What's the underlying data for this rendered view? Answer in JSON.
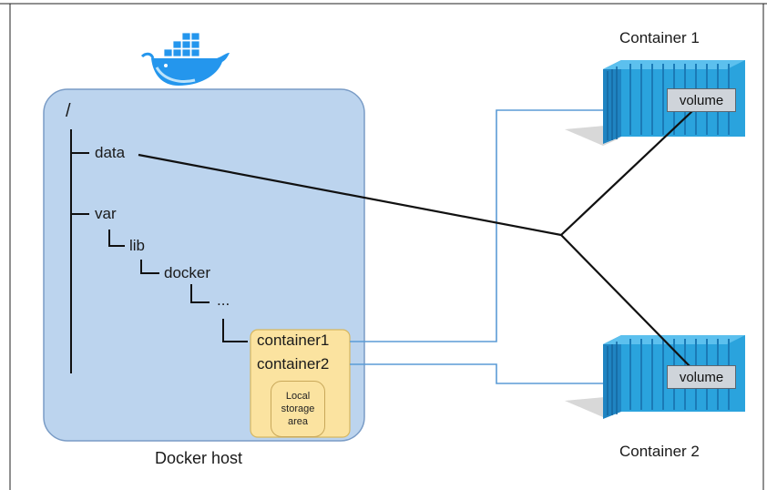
{
  "host": {
    "caption": "Docker host",
    "tree": {
      "root": "/",
      "data": "data",
      "var": "var",
      "lib": "lib",
      "docker": "docker",
      "ellipsis": "...",
      "container1": "container1",
      "container2": "container2",
      "local_storage": "Local storage area"
    }
  },
  "containers": [
    {
      "title": "Container 1",
      "volume_label": "volume"
    },
    {
      "title": "Container 2",
      "volume_label": "volume"
    }
  ],
  "colors": {
    "host_fill": "#bcd4ee",
    "host_border": "#7a9cc6",
    "storage_fill": "#fbe3a0",
    "container_blue": "#2aa3dd",
    "link_blue": "#5b9bd5",
    "volume_link": "#111111"
  },
  "icons": {
    "docker_logo": "docker-whale-icon",
    "container": "shipping-container-icon"
  }
}
